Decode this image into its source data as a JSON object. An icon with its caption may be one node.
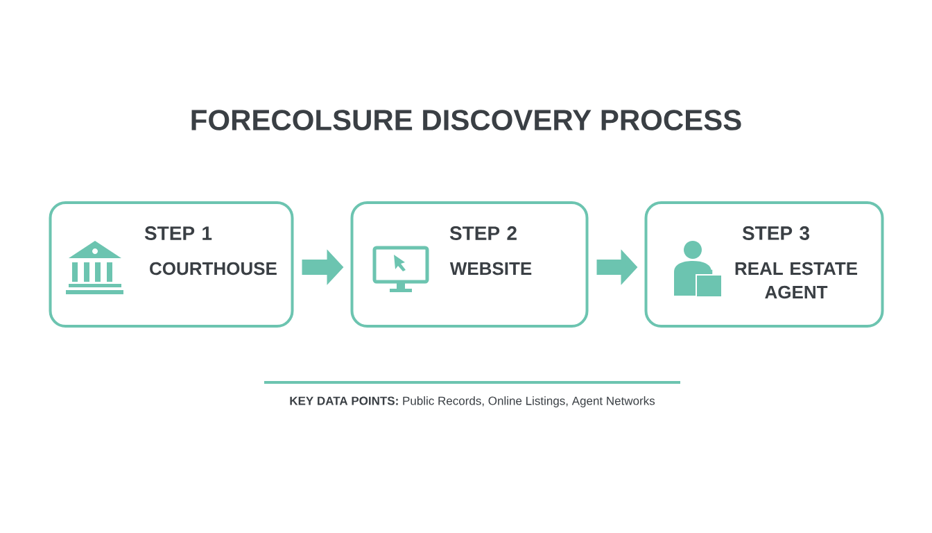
{
  "diagram": {
    "title": "FORECOLSURE DISCOVERY PROCESS",
    "nodes": [
      {
        "text": [
          "STEP 1",
          "COURTHOUSE"
        ]
      },
      {
        "text": [
          "STEP 2",
          "WEBSITE"
        ]
      },
      {
        "text": [
          "STEP 3",
          "REAL ESTATE AGENT"
        ]
      }
    ],
    "edges": [
      {
        "from": 0,
        "to": 1,
        "arrow": "to"
      },
      {
        "from": 1,
        "to": 2,
        "arrow": "to"
      }
    ],
    "labels": [
      "**KEY DATA POINTS:** Public Records, Online Listings, Agent Networks"
    ]
  }
}
